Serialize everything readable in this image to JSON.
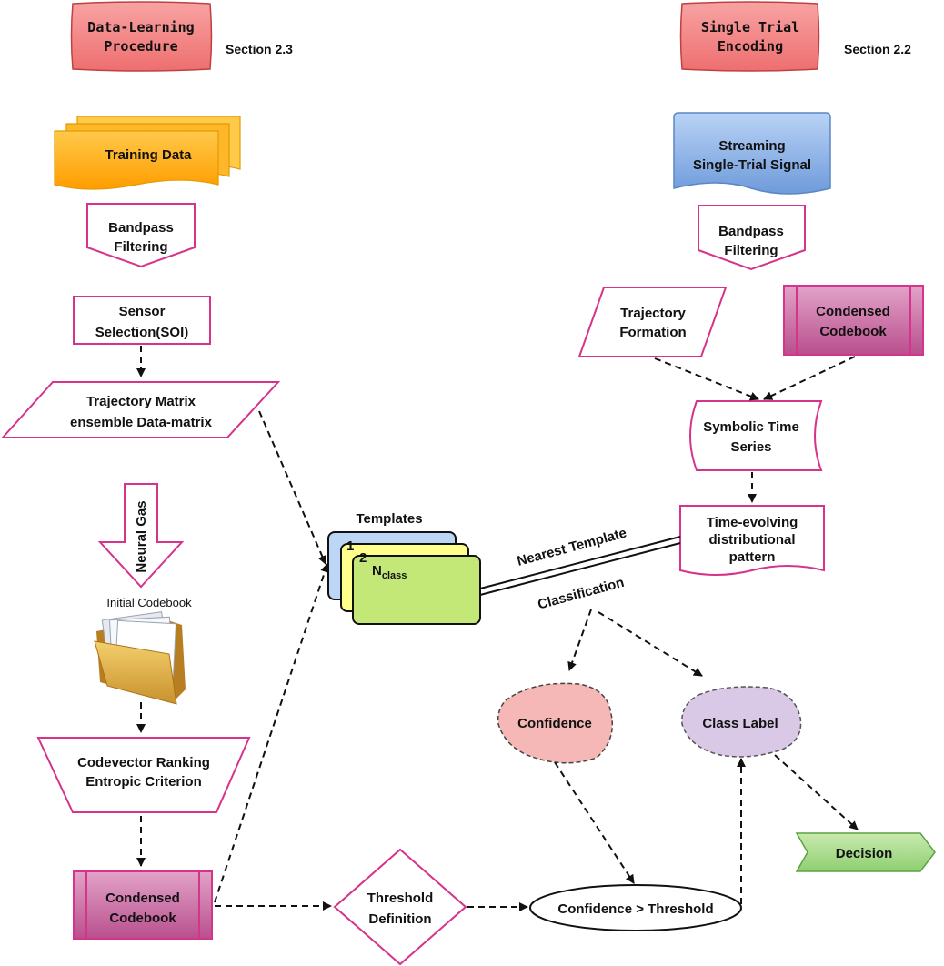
{
  "left_column": {
    "header": [
      "Data-Learning",
      "Procedure"
    ],
    "section": "Section 2.3",
    "training_data": "Training Data",
    "bandpass": [
      "Bandpass",
      "Filtering"
    ],
    "sensor_selection": [
      "Sensor",
      "Selection(SOI)"
    ],
    "trajectory_matrix": [
      "Trajectory Matrix",
      "ensemble Data-matrix"
    ],
    "neural_gas": "Neural Gas",
    "initial_codebook": "Initial Codebook",
    "codevector_ranking": [
      "Codevector Ranking",
      "Entropic Criterion"
    ],
    "condensed_codebook": [
      "Condensed",
      "Codebook"
    ]
  },
  "right_column": {
    "header": [
      "Single Trial",
      "Encoding"
    ],
    "section": "Section 2.2",
    "streaming_signal": [
      "Streaming",
      "Single-Trial Signal"
    ],
    "bandpass": [
      "Bandpass",
      "Filtering"
    ],
    "trajectory_formation": [
      "Trajectory",
      "Formation"
    ],
    "condensed_codebook": [
      "Condensed",
      "Codebook"
    ],
    "symbolic_series": [
      "Symbolic Time",
      "Series"
    ],
    "distributional_pattern": [
      "Time-evolving",
      "distributional",
      "pattern"
    ]
  },
  "center": {
    "templates_title": "Templates",
    "template_num_1": "1",
    "template_num_2": "2",
    "template_n": "N",
    "template_n_sub": "class",
    "nearest_template": "Nearest Template",
    "classification": "Classification",
    "confidence": "Confidence",
    "class_label": "Class Label",
    "decision": "Decision",
    "threshold_definition": [
      "Threshold",
      "Definition"
    ],
    "confidence_gt_threshold": "Confidence > Threshold"
  },
  "colors": {
    "header_red": "#f08080",
    "header_border": "#c04040",
    "training_orange": "#ffb000",
    "streaming_blue": "#7aa6e0",
    "magenta_border": "#d6338a",
    "codebook_pink": "#c0609a",
    "template_blue": "#bcd6f5",
    "template_yellow": "#ffff8c",
    "template_green": "#c4e878",
    "confidence_pink": "#f6b7b7",
    "class_purple": "#d9c8e6",
    "decision_green": "#a6d98a"
  }
}
